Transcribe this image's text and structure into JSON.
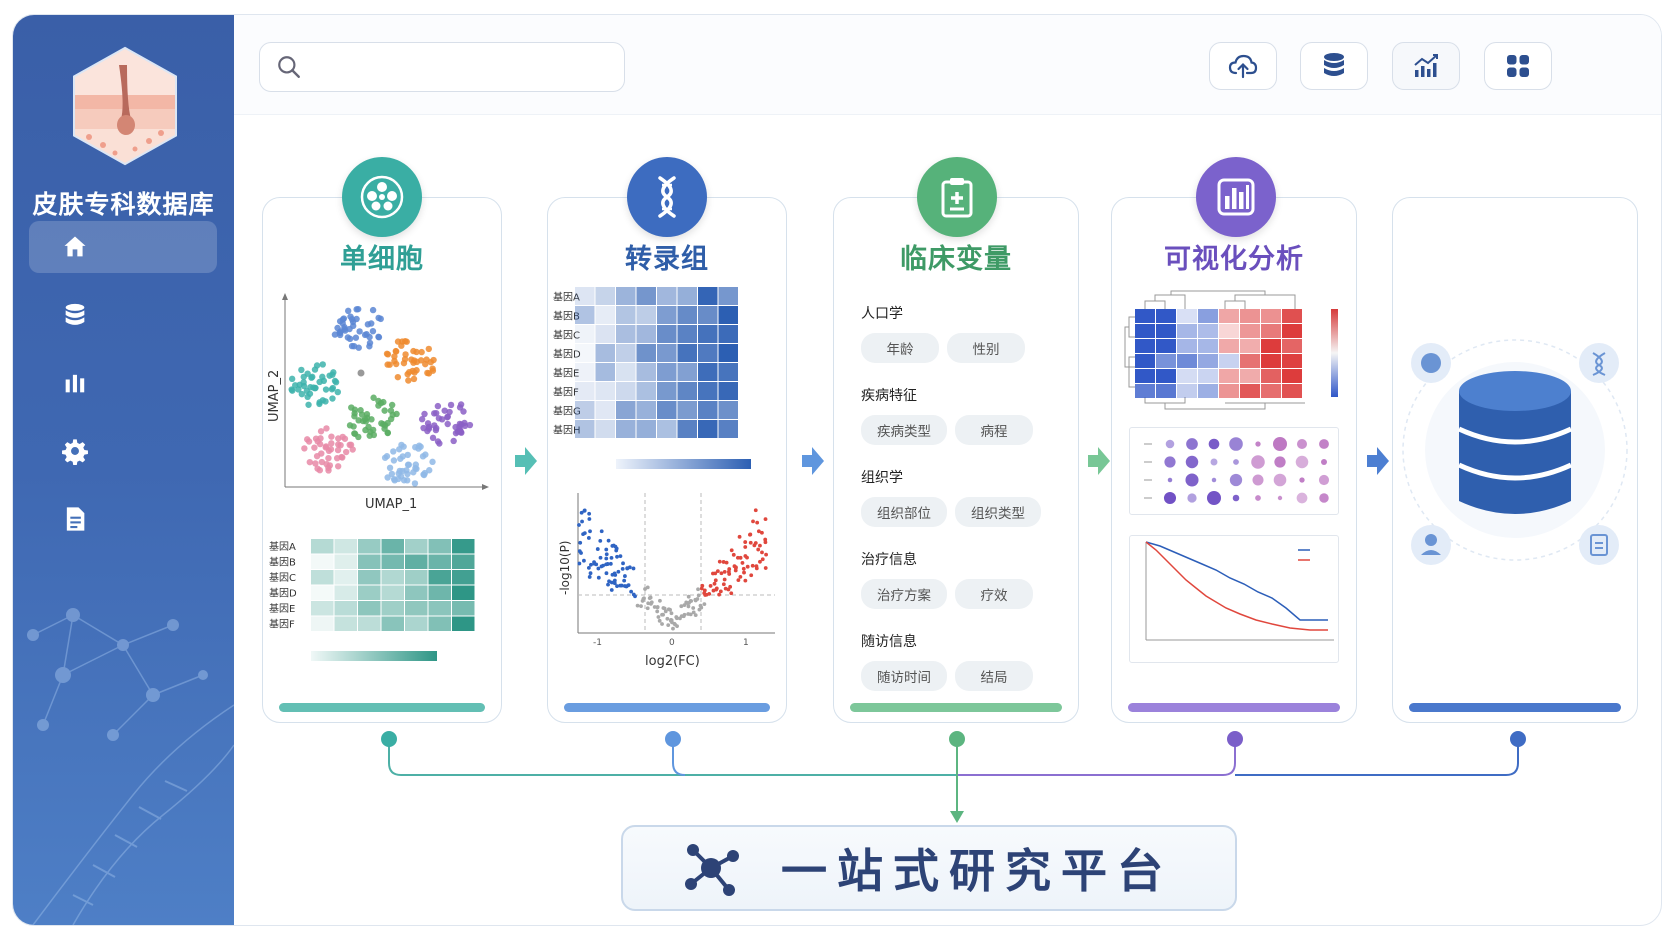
{
  "sidebar": {
    "brand": "皮肤专科数据库",
    "logo": "skin-layer-logo",
    "items": [
      {
        "icon": "home-icon"
      },
      {
        "icon": "database-icon"
      },
      {
        "icon": "bar-chart-icon"
      },
      {
        "icon": "gear-icon"
      },
      {
        "icon": "document-icon"
      }
    ]
  },
  "topbar": {
    "search_value": "",
    "buttons": [
      "cloud-upload-icon",
      "database-icon",
      "analytics-icon",
      "grid-icon"
    ]
  },
  "modules": [
    {
      "title": "单细胞",
      "color": "#3aaea4"
    },
    {
      "title": "转录组",
      "color": "#3d72c4"
    },
    {
      "title": "临床变量",
      "color": "#5cb580"
    },
    {
      "title": "可视化分析",
      "color": "#7b5fc9"
    },
    {
      "title": "",
      "color": "#3f6cc4"
    }
  ],
  "single_cell": {
    "umap_xlabel": "UMAP_1",
    "umap_ylabel": "UMAP_2",
    "heatmap_genes": [
      "基因A",
      "基因B",
      "基因C",
      "基因D",
      "基因E",
      "基因F"
    ]
  },
  "transcriptome": {
    "heatmap_genes": [
      "基因A",
      "基因B",
      "基因C",
      "基因D",
      "基因E",
      "基因F",
      "基因G",
      "基因H"
    ],
    "volcano_xlabel": "log2(FC)",
    "volcano_ylabel": "-log10(P)",
    "volcano_xticks": [
      "-1",
      "0",
      "1"
    ]
  },
  "clinical": {
    "sections": [
      {
        "label": "人口学",
        "chips": [
          "年龄",
          "性别"
        ]
      },
      {
        "label": "疾病特征",
        "chips": [
          "疾病类型",
          "病程"
        ]
      },
      {
        "label": "组织学",
        "chips": [
          "组织部位",
          "组织类型"
        ]
      },
      {
        "label": "治疗信息",
        "chips": [
          "治疗方案",
          "疗效"
        ]
      },
      {
        "label": "随访信息",
        "chips": [
          "随访时间",
          "结局"
        ]
      }
    ]
  },
  "hub": {
    "title": "一站式研究平台",
    "icon": "network-icon"
  }
}
